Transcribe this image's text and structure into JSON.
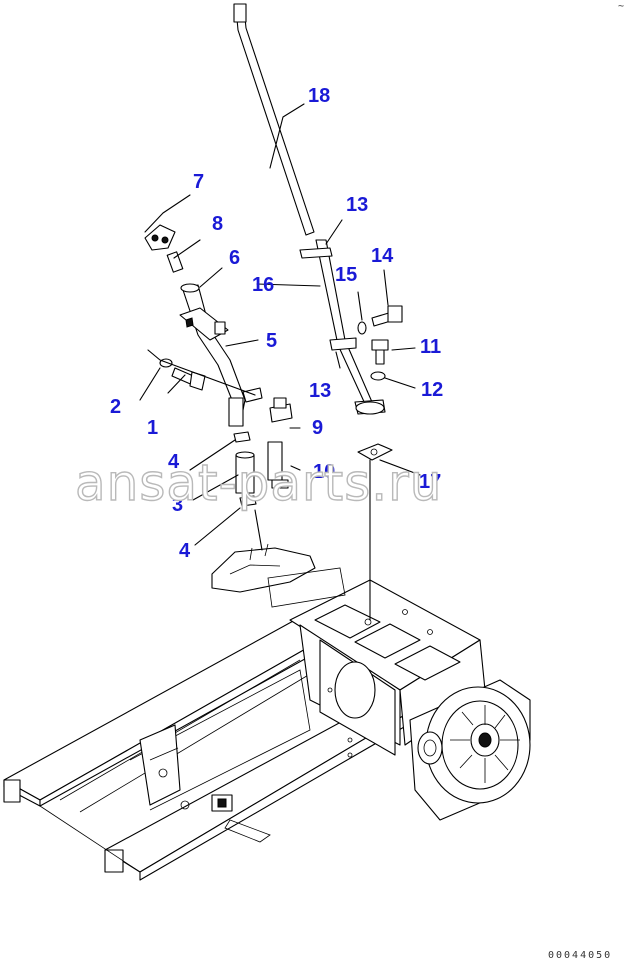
{
  "callouts": [
    {
      "id": "1",
      "text": "1"
    },
    {
      "id": "2",
      "text": "2"
    },
    {
      "id": "3",
      "text": "3"
    },
    {
      "id": "4a",
      "text": "4"
    },
    {
      "id": "4b",
      "text": "4"
    },
    {
      "id": "5",
      "text": "5"
    },
    {
      "id": "6",
      "text": "6"
    },
    {
      "id": "7",
      "text": "7"
    },
    {
      "id": "8",
      "text": "8"
    },
    {
      "id": "9",
      "text": "9"
    },
    {
      "id": "10",
      "text": "10"
    },
    {
      "id": "11",
      "text": "11"
    },
    {
      "id": "12",
      "text": "12"
    },
    {
      "id": "13a",
      "text": "13"
    },
    {
      "id": "13b",
      "text": "13"
    },
    {
      "id": "14",
      "text": "14"
    },
    {
      "id": "15",
      "text": "15"
    },
    {
      "id": "16",
      "text": "16"
    },
    {
      "id": "17",
      "text": "17"
    },
    {
      "id": "18",
      "text": "18"
    }
  ],
  "watermark": "ansat-parts.ru",
  "drawing_code": "00044050",
  "corner_mark": "~"
}
